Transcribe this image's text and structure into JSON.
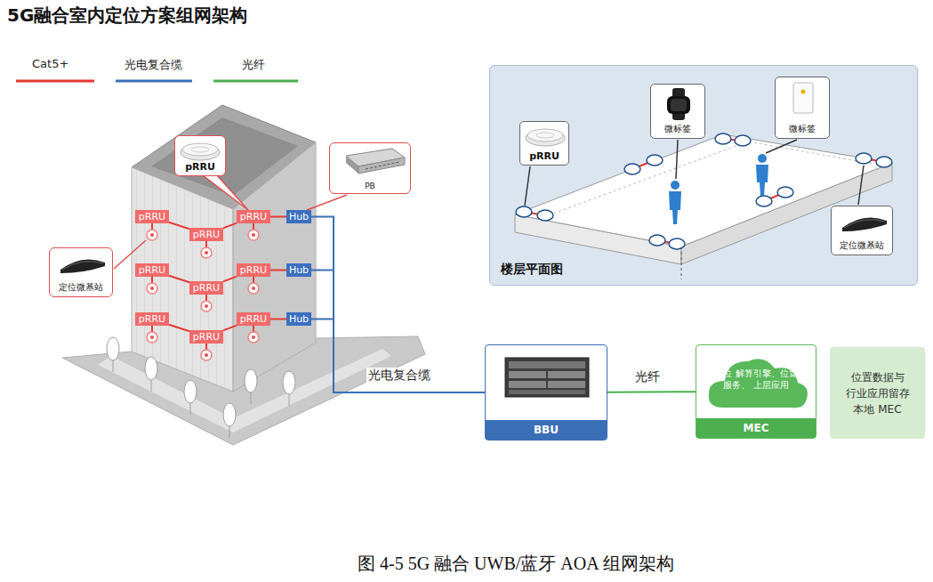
{
  "diagram": {
    "title": "5G融合室内定位方案组网架构",
    "caption": "图 4-5 5G 融合 UWB/蓝牙 AOA 组网架构",
    "nodes": [
      {
        "text": [
          "pRRU"
        ]
      },
      {
        "text": [
          "PB"
        ]
      },
      {
        "text": [
          "定位微基站"
        ]
      },
      {
        "text": [
          "pRRU"
        ]
      },
      {
        "text": [
          "pRRU"
        ]
      },
      {
        "text": [
          "pRRU"
        ]
      },
      {
        "text": [
          "Hub"
        ]
      },
      {
        "text": [
          "pRRU"
        ]
      },
      {
        "text": [
          "pRRU"
        ]
      },
      {
        "text": [
          "pRRU"
        ]
      },
      {
        "text": [
          "Hub"
        ]
      },
      {
        "text": [
          "pRRU"
        ]
      },
      {
        "text": [
          "pRRU"
        ]
      },
      {
        "text": [
          "pRRU"
        ]
      },
      {
        "text": [
          "Hub"
        ]
      },
      {
        "text": [
          "楼层平面图"
        ]
      },
      {
        "text": [
          "pRRU"
        ],
        "in": 15
      },
      {
        "text": [
          "微标签"
        ],
        "in": 15
      },
      {
        "text": [
          "微标签"
        ],
        "in": 15
      },
      {
        "text": [
          "定位微基站"
        ],
        "in": 15
      },
      {
        "text": [
          "BBU"
        ]
      },
      {
        "text": [
          "定位 解算引擎、位置服务、 上层应用",
          "MEC"
        ]
      },
      {
        "text": [
          "位置数据与 行业应用留存 本地 MEC"
        ]
      }
    ],
    "edges": [
      {
        "from": 3,
        "to": 5,
        "arrow": "none"
      },
      {
        "from": 5,
        "to": 4,
        "arrow": "none"
      },
      {
        "from": 4,
        "to": 6,
        "arrow": "none"
      },
      {
        "from": 7,
        "to": 9,
        "arrow": "none"
      },
      {
        "from": 9,
        "to": 8,
        "arrow": "none"
      },
      {
        "from": 8,
        "to": 10,
        "arrow": "none"
      },
      {
        "from": 11,
        "to": 13,
        "arrow": "none"
      },
      {
        "from": 13,
        "to": 12,
        "arrow": "none"
      },
      {
        "from": 12,
        "to": 14,
        "arrow": "none"
      },
      {
        "from": 6,
        "to": 20,
        "label": "光电复合缆",
        "arrow": "none"
      },
      {
        "from": 10,
        "to": 20,
        "arrow": "none"
      },
      {
        "from": 14,
        "to": 20,
        "arrow": "none"
      },
      {
        "from": 20,
        "to": 21,
        "label": "光纤",
        "arrow": "none"
      }
    ],
    "legend": [
      {
        "text": "Cat5+"
      },
      {
        "text": "光电复合缆"
      },
      {
        "text": "光纤"
      }
    ]
  }
}
